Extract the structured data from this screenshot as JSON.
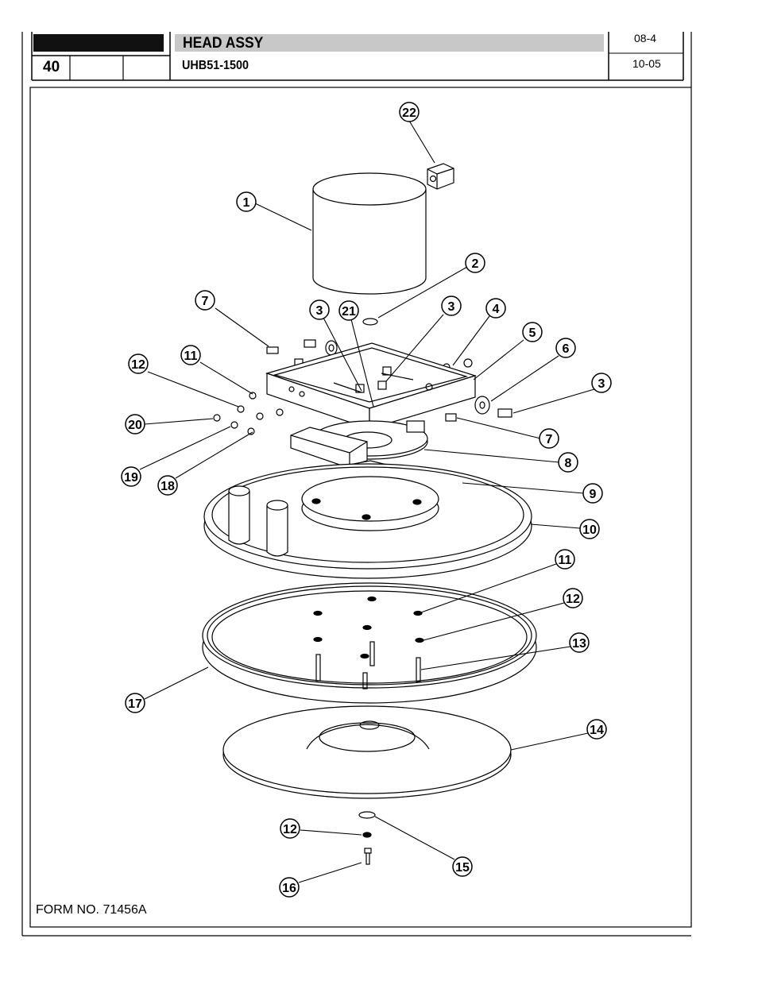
{
  "header": {
    "title": "HEAD ASSY",
    "model": "UHB51-1500",
    "page_number": "40",
    "section": "08-4",
    "date": "10-05"
  },
  "footer": {
    "form_number": "FORM NO. 71456A"
  },
  "callouts": [
    "22",
    "1",
    "2",
    "7",
    "3",
    "21",
    "3",
    "4",
    "5",
    "6",
    "3",
    "12",
    "11",
    "20",
    "7",
    "8",
    "19",
    "18",
    "9",
    "10",
    "11",
    "12",
    "13",
    "17",
    "14",
    "12",
    "15",
    "16"
  ]
}
